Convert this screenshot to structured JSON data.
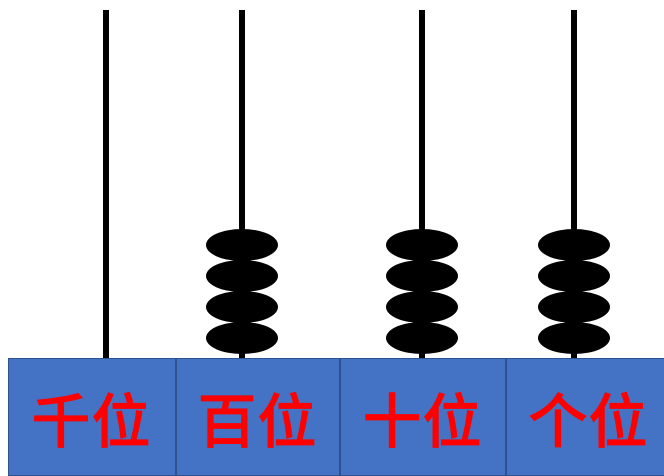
{
  "columns": [
    {
      "label": "千位",
      "beads": 0
    },
    {
      "label": "百位",
      "beads": 4
    },
    {
      "label": "十位",
      "beads": 4
    },
    {
      "label": "个位",
      "beads": 4
    }
  ],
  "colors": {
    "rod": "#000000",
    "bead": "#000000",
    "base": "#4472c4",
    "base_border": "#2f528f",
    "label": "#ff0000"
  }
}
